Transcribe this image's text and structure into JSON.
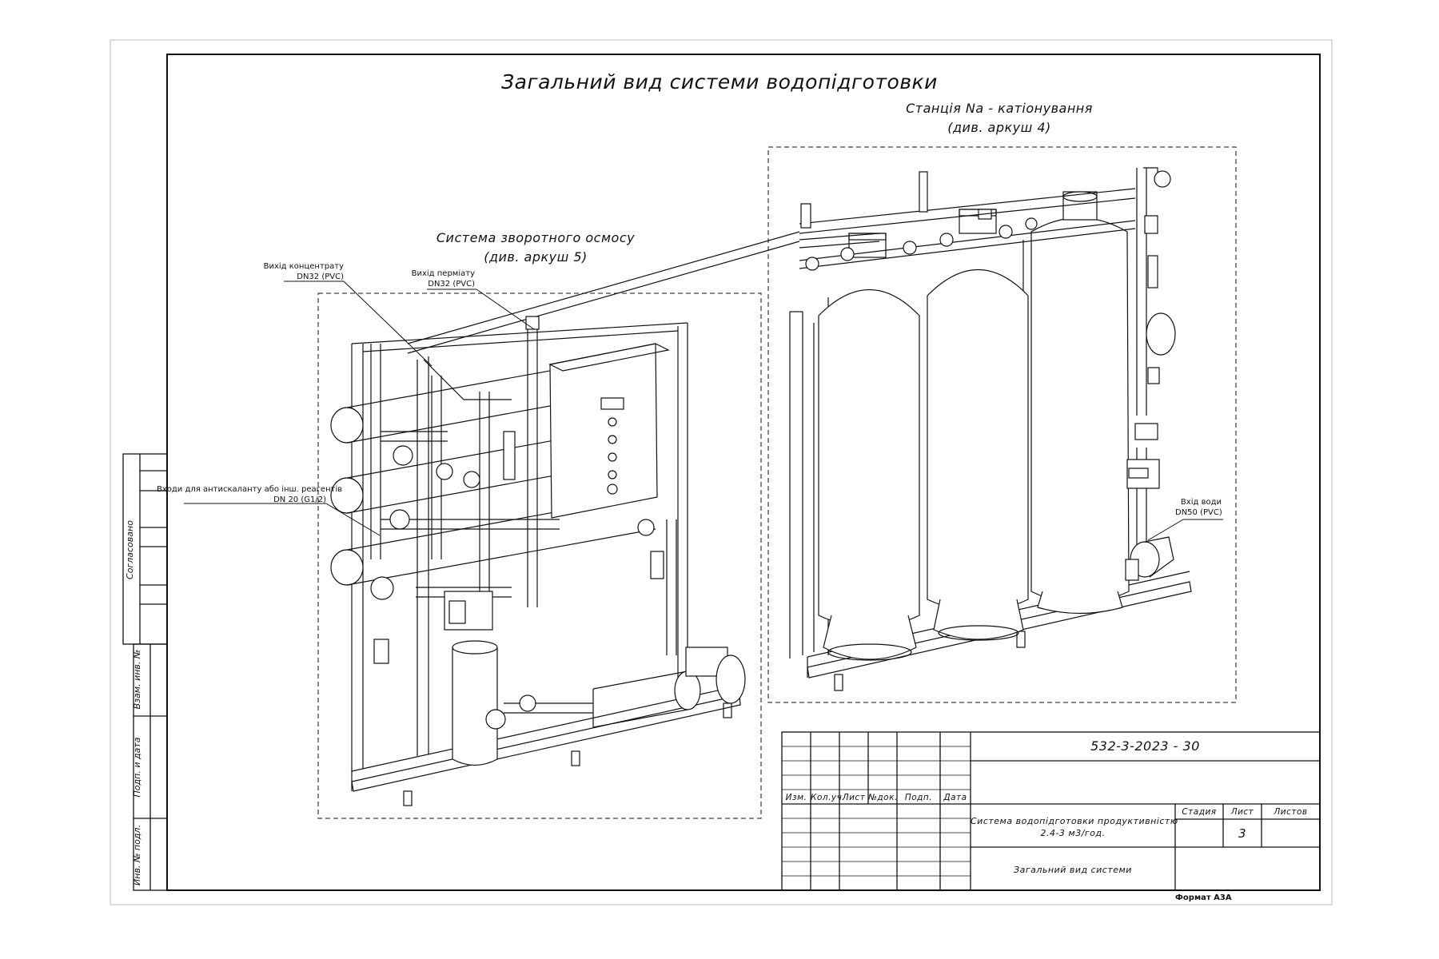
{
  "drawing": {
    "title": "Загальний вид системи водопідготовки",
    "ro_block": {
      "title": "Система зворотного осмосу",
      "ref": "(див. аркуш 5)"
    },
    "na_block": {
      "title": "Станція Na - катіонування",
      "ref": "(див. аркуш 4)"
    },
    "callouts": {
      "concentrate": {
        "line1": "Вихід концентрату",
        "line2": "DN32 (PVC)"
      },
      "permeate": {
        "line1": "Вихід перміату",
        "line2": "DN32 (PVC)"
      },
      "antiscalant": {
        "line1": "Входи для антискаланту або інш. реагентів",
        "line2": "DN 20 (G1/2)"
      },
      "water_in": {
        "line1": "Вхід води",
        "line2": "DN50 (PVC)"
      }
    }
  },
  "side_stamp": {
    "approved": "Согласовано",
    "ref_inv": "Взам. инв. №",
    "sign_date": "Подп. и дата",
    "inv_no": "Инв. № подл."
  },
  "title_block": {
    "code": "532-3-2023 - 30",
    "headers": [
      "Изм.",
      "Кол.уч.",
      "Лист",
      "№док.",
      "Подп.",
      "Дата"
    ],
    "system_name_line1": "Система водопідготовки продуктивністю",
    "system_name_line2": "2.4-3 м3/год.",
    "sheet_name": "Загальний вид системи",
    "stage_label": "Стадия",
    "sheet_label": "Лист",
    "sheets_label": "Листов",
    "sheet_no": "3",
    "format": "Формат А3А"
  }
}
